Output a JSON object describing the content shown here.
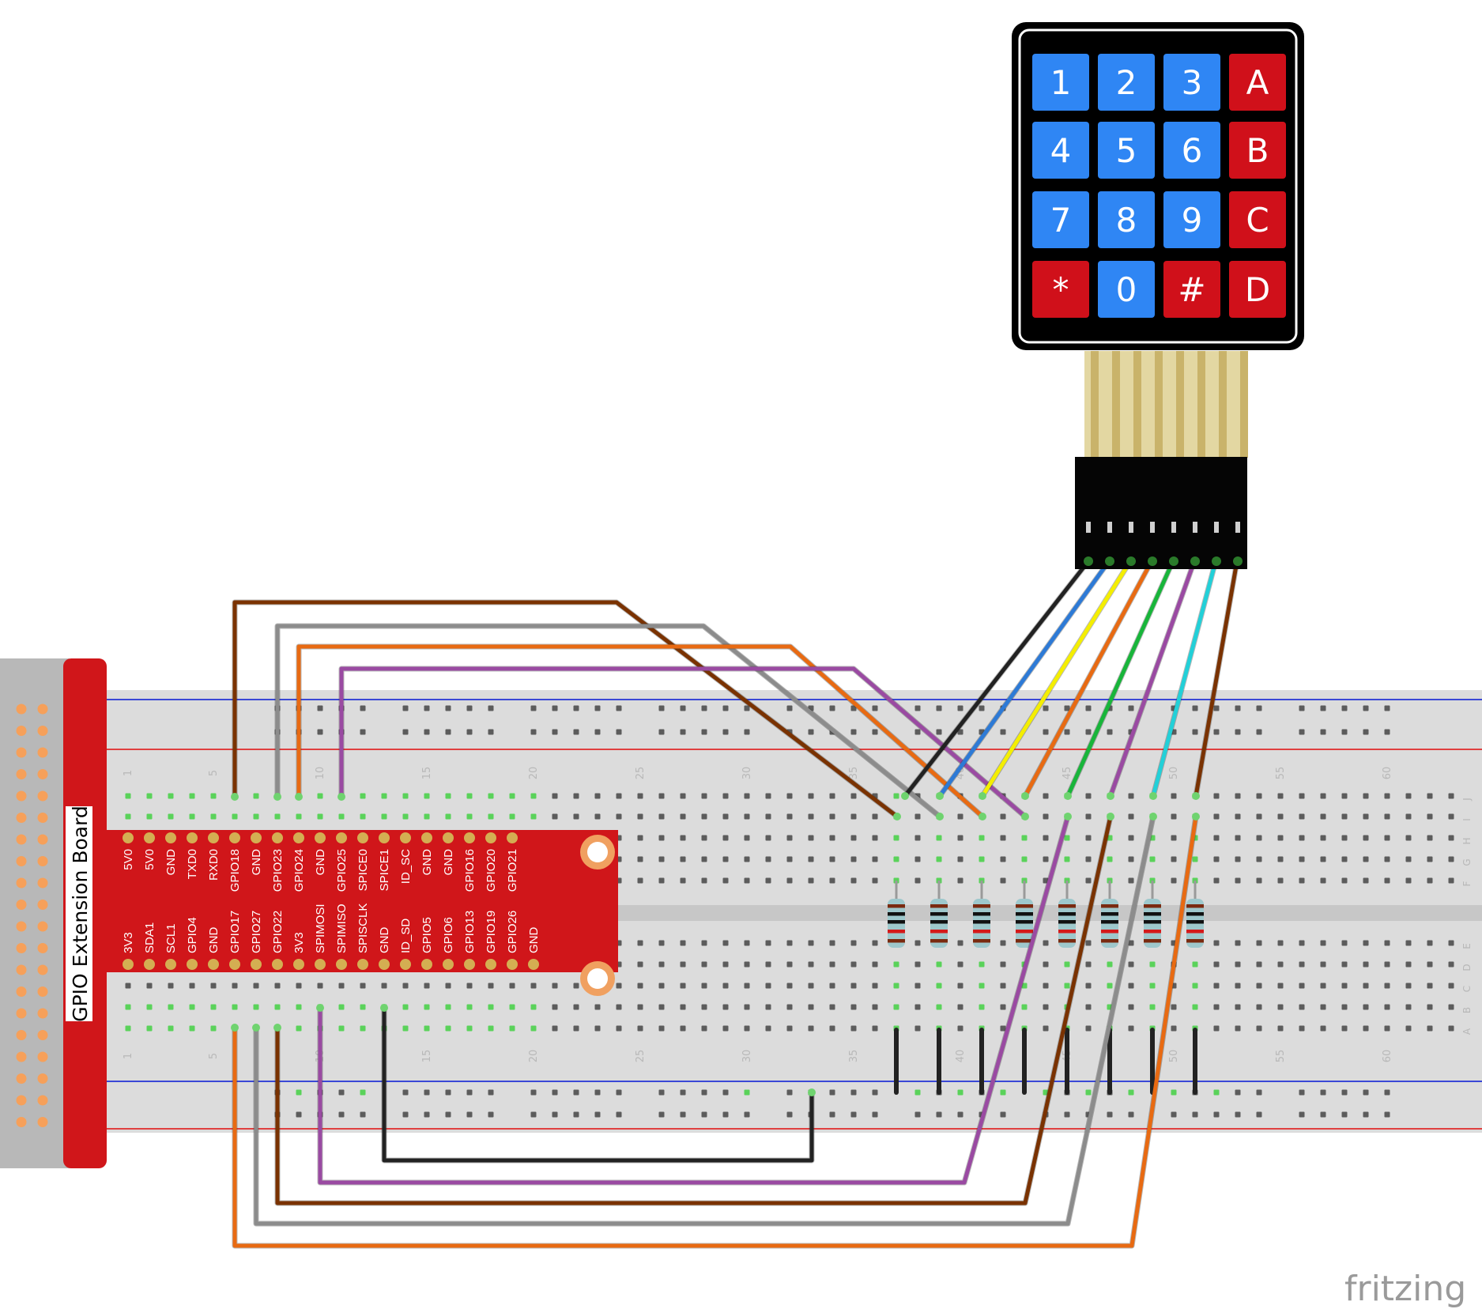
{
  "board": {
    "title": "GPIO Extension Board",
    "top_pins": [
      "5V0",
      "5V0",
      "GND",
      "TXD0",
      "RXD0",
      "GPIO18",
      "GND",
      "GPIO23",
      "GPIO24",
      "GND",
      "GPIO25",
      "SPICE0",
      "SPICE1",
      "ID_SC",
      "GND",
      "GND",
      "GPIO16",
      "GPIO20",
      "GPIO21"
    ],
    "bottom_pins": [
      "3V3",
      "SDA1",
      "SCL1",
      "GPIO4",
      "GND",
      "GPIO17",
      "GPIO27",
      "GPIO22",
      "3V3",
      "SPIMOSI",
      "SPIMISO",
      "SPISCLK",
      "GND",
      "ID_SD",
      "GPIO5",
      "GPIO6",
      "GPIO13",
      "GPIO19",
      "GPIO26",
      "GND"
    ]
  },
  "keypad": {
    "keys": [
      {
        "label": "1",
        "kind": "num"
      },
      {
        "label": "2",
        "kind": "num"
      },
      {
        "label": "3",
        "kind": "num"
      },
      {
        "label": "A",
        "kind": "letter"
      },
      {
        "label": "4",
        "kind": "num"
      },
      {
        "label": "5",
        "kind": "num"
      },
      {
        "label": "6",
        "kind": "num"
      },
      {
        "label": "B",
        "kind": "letter"
      },
      {
        "label": "7",
        "kind": "num"
      },
      {
        "label": "8",
        "kind": "num"
      },
      {
        "label": "9",
        "kind": "num"
      },
      {
        "label": "C",
        "kind": "letter"
      },
      {
        "label": "*",
        "kind": "letter"
      },
      {
        "label": "0",
        "kind": "num"
      },
      {
        "label": "#",
        "kind": "letter"
      },
      {
        "label": "D",
        "kind": "letter"
      }
    ]
  },
  "breadboard": {
    "column_numbers": [
      "1",
      "5",
      "10",
      "15",
      "20",
      "25",
      "30",
      "35",
      "40",
      "45",
      "50",
      "55",
      "60"
    ],
    "row_letters_top": [
      "J",
      "I",
      "H",
      "G",
      "F"
    ],
    "row_letters_bottom": [
      "E",
      "D",
      "C",
      "B",
      "A"
    ]
  },
  "brand": "fritzing",
  "colors": {
    "board_red": "#d0161a",
    "key_blue": "#2f86f4",
    "key_red": "#d0101a",
    "pad_gold": "#d4ae52",
    "wire_brown": "#7a3200",
    "wire_gray": "#8c8c8c",
    "wire_orange": "#e86a12",
    "wire_purple": "#9a4aa2",
    "wire_black": "#222222",
    "wire_blue": "#2d7ad6",
    "wire_yellow": "#f4ee00",
    "wire_green": "#18b53a",
    "wire_cyan": "#22d0d8"
  }
}
